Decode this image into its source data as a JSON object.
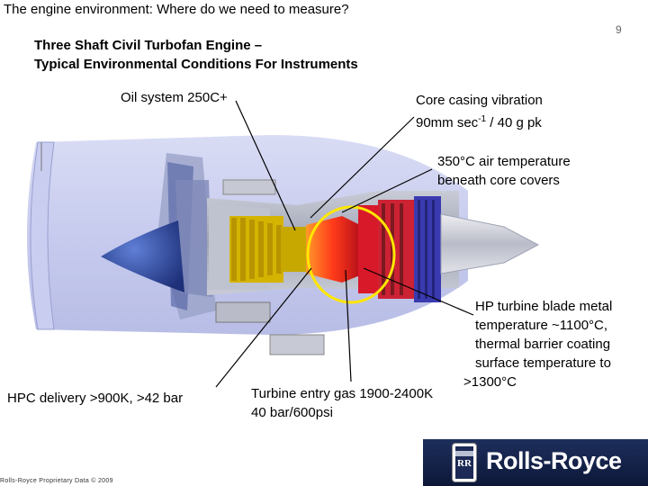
{
  "slide": {
    "title": "The engine environment: Where do we need to measure?",
    "page_number": "9",
    "subtitle_line1": "Three Shaft Civil Turbofan Engine –",
    "subtitle_line2": "Typical Environmental Conditions For Instruments"
  },
  "annotations": {
    "oil_system": "Oil system 250C+",
    "vibration_line1": "Core casing vibration",
    "vibration_line2_a": "90mm  sec",
    "vibration_sup": "-1",
    "vibration_line2_b": " / 40 g pk",
    "air_temp_line1": "350°C air temperature",
    "air_temp_line2": "beneath core covers",
    "blade_line1": "HP turbine blade metal",
    "blade_line2": "temperature ~1100°C,",
    "blade_line3": "thermal barrier coating",
    "blade_line4": "surface temperature to",
    "blade_line5": ">1300°C",
    "hpc_delivery": "HPC delivery >900K, >42 bar",
    "turbine_entry_line1": "Turbine entry gas 1900-2400K",
    "turbine_entry_line2": "40 bar/600psi"
  },
  "footer": {
    "text": "Rolls-Royce Proprietary Data © 2009"
  },
  "logo": {
    "badge_text": "RR",
    "brand": "Rolls-Royce"
  }
}
